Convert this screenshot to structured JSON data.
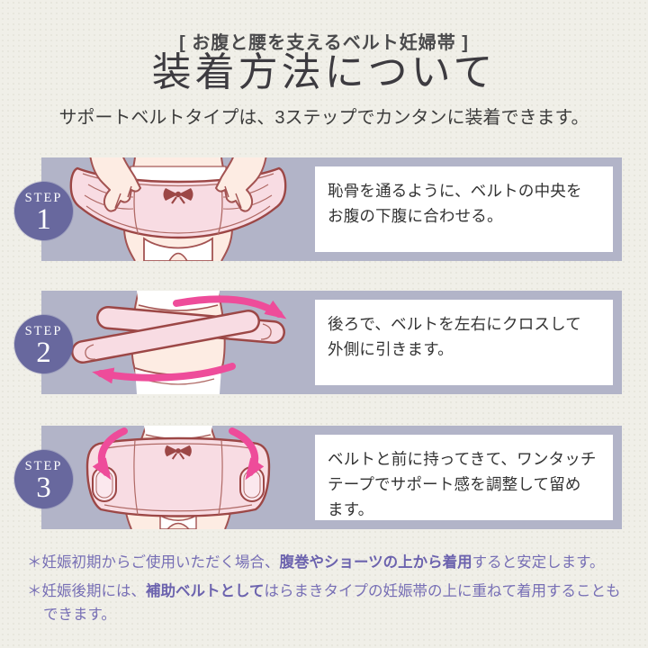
{
  "header": {
    "tagline": "[ お腹と腰を支えるベルト妊婦帯 ]",
    "title": "装着方法について",
    "subtitle": "サポートベルトタイプは、3ステップでカンタンに装着できます。"
  },
  "steps": [
    {
      "label": "STEP",
      "number": "1",
      "description": "恥骨を通るように、ベルトの中央を\nお腹の下腹に合わせる。",
      "illustration": "front-view-holding-belt-at-lower-belly"
    },
    {
      "label": "STEP",
      "number": "2",
      "description": "後ろで、ベルトを左右にクロスして\n外側に引きます。",
      "illustration": "back-view-belt-crossed-pulled-outward"
    },
    {
      "label": "STEP",
      "number": "3",
      "description": "ベルトと前に持ってきて、ワンタッチ\nテープでサポート感を調整して留め\nます。",
      "illustration": "front-view-fastening-one-touch-tape"
    }
  ],
  "notes": [
    {
      "prefix": "＊妊娠初期からご使用いただく場合、",
      "bold": "腹巻やショーツの上から着用",
      "suffix": "すると安定します。"
    },
    {
      "prefix": "＊妊娠後期には、",
      "bold": "補助ベルトとして",
      "suffix": "はらまきタイプの妊娠帯の上に重ねて着用することも\nできます。"
    }
  ],
  "colors": {
    "background": "#f0efe8",
    "panel_lavender": "#b2b4c8",
    "badge_purple": "#68689e",
    "note_purple": "#776fb5",
    "arrow_pink": "#ee4c9a",
    "belt_outline_maroon": "#9c4746",
    "belt_pink": "#f8dce3",
    "skin": "#fdece3",
    "instruction_text": "#333333"
  }
}
